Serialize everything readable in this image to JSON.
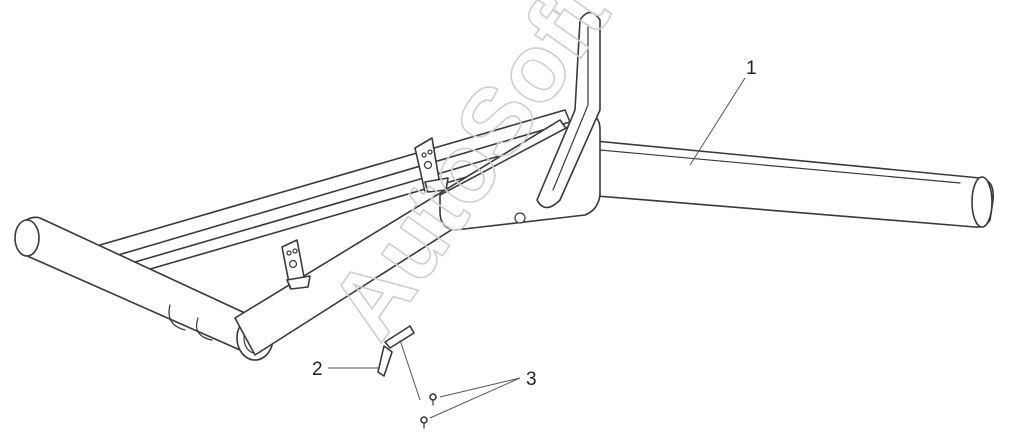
{
  "diagram": {
    "callouts": [
      {
        "id": "1",
        "label": "1"
      },
      {
        "id": "2",
        "label": "2"
      },
      {
        "id": "3",
        "label": "3"
      }
    ],
    "watermark": "AutoSoft",
    "colors": {
      "line": "#3a3a3a",
      "watermark": "#cfcfcf",
      "background": "#ffffff"
    }
  }
}
